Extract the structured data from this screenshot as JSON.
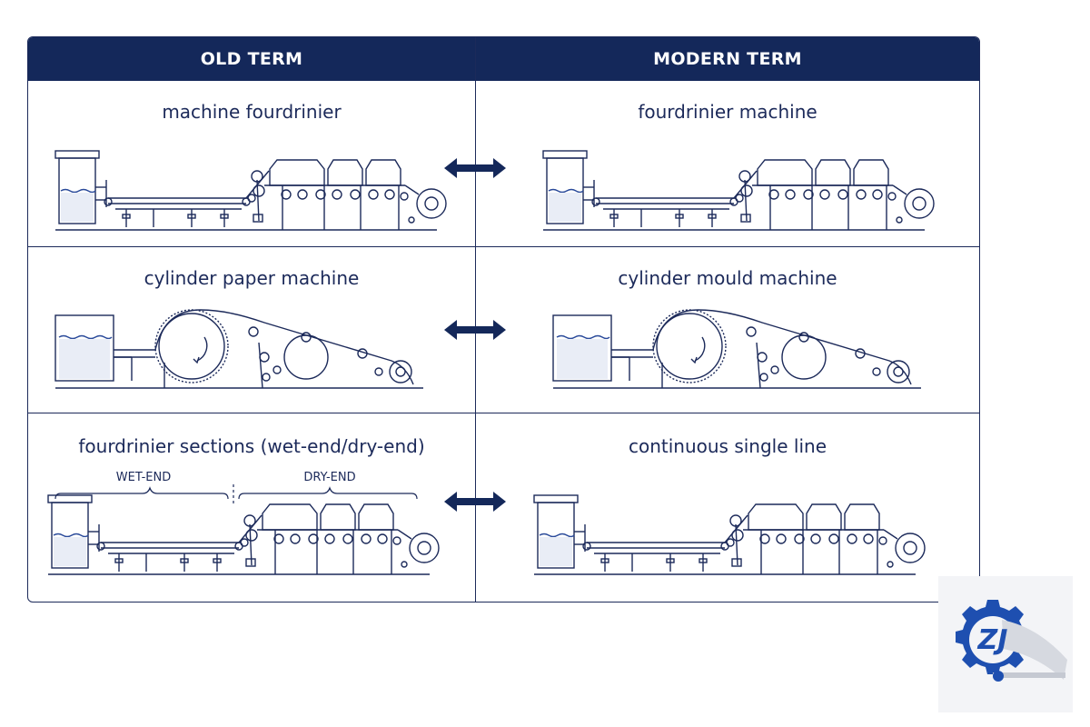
{
  "header": {
    "left": "OLD TERM",
    "right": "MODERN TERM"
  },
  "rows": [
    {
      "old": "machine fourdrinier",
      "modern": "fourdrinier machine"
    },
    {
      "old": "cylinder paper machine",
      "modern": "cylinder mould machine"
    },
    {
      "old": "fourdrinier sections (wet-end/dry-end)",
      "modern": "continuous single line"
    }
  ],
  "section_labels": {
    "wet": "WET-END",
    "dry": "DRY-END"
  },
  "logo": {
    "letters": "ZJ"
  },
  "colors": {
    "navy": "#14285a",
    "line": "#1c2a5a",
    "water": "#2a4a9a"
  }
}
